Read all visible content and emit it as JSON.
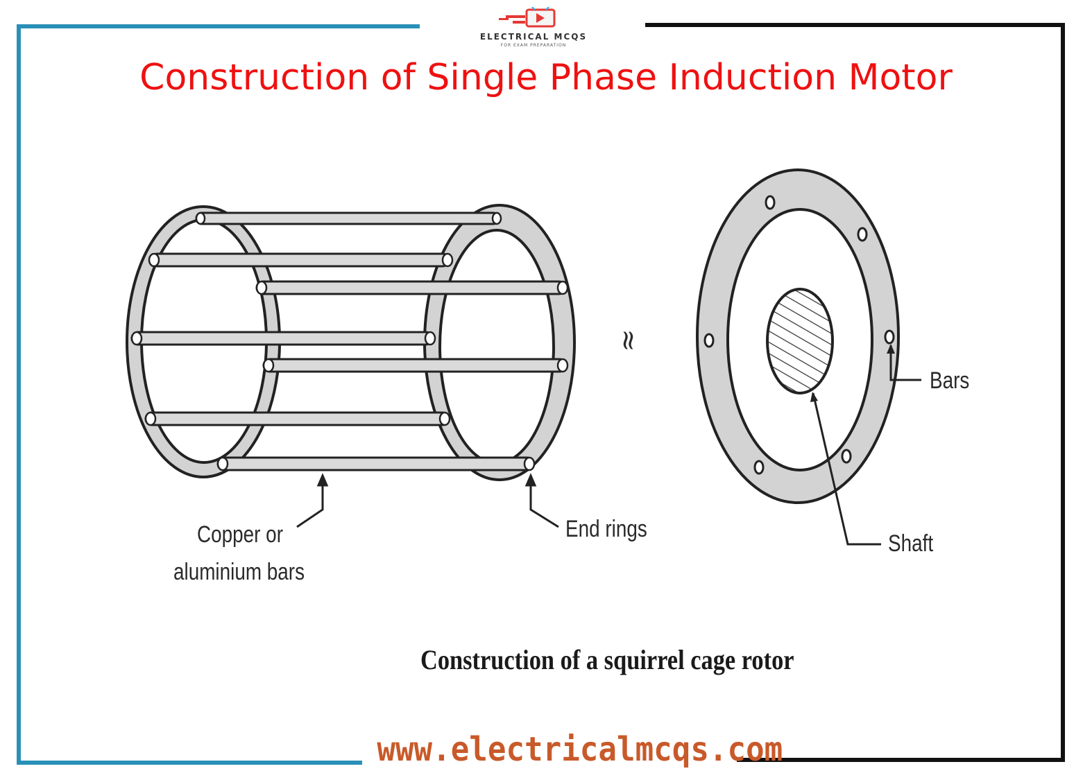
{
  "title": "Construction of Single Phase Induction Motor",
  "logo": {
    "brand": "ELECTRICAL MCQS",
    "tagline": "FOR EXAM PREPARATION"
  },
  "labels": {
    "bars_left_line1": "Copper or",
    "bars_left_line2": "aluminium bars",
    "end_rings": "End rings",
    "approx_symbol": "≈",
    "bars_right": "Bars",
    "shaft": "Shaft"
  },
  "caption": "Construction of a squirrel cage rotor",
  "website": "www.electricalmcqs.com",
  "colors": {
    "title": "#ee1111",
    "frame_left": "#2a90b8",
    "frame_right": "#111111",
    "website": "#c85a2a"
  }
}
